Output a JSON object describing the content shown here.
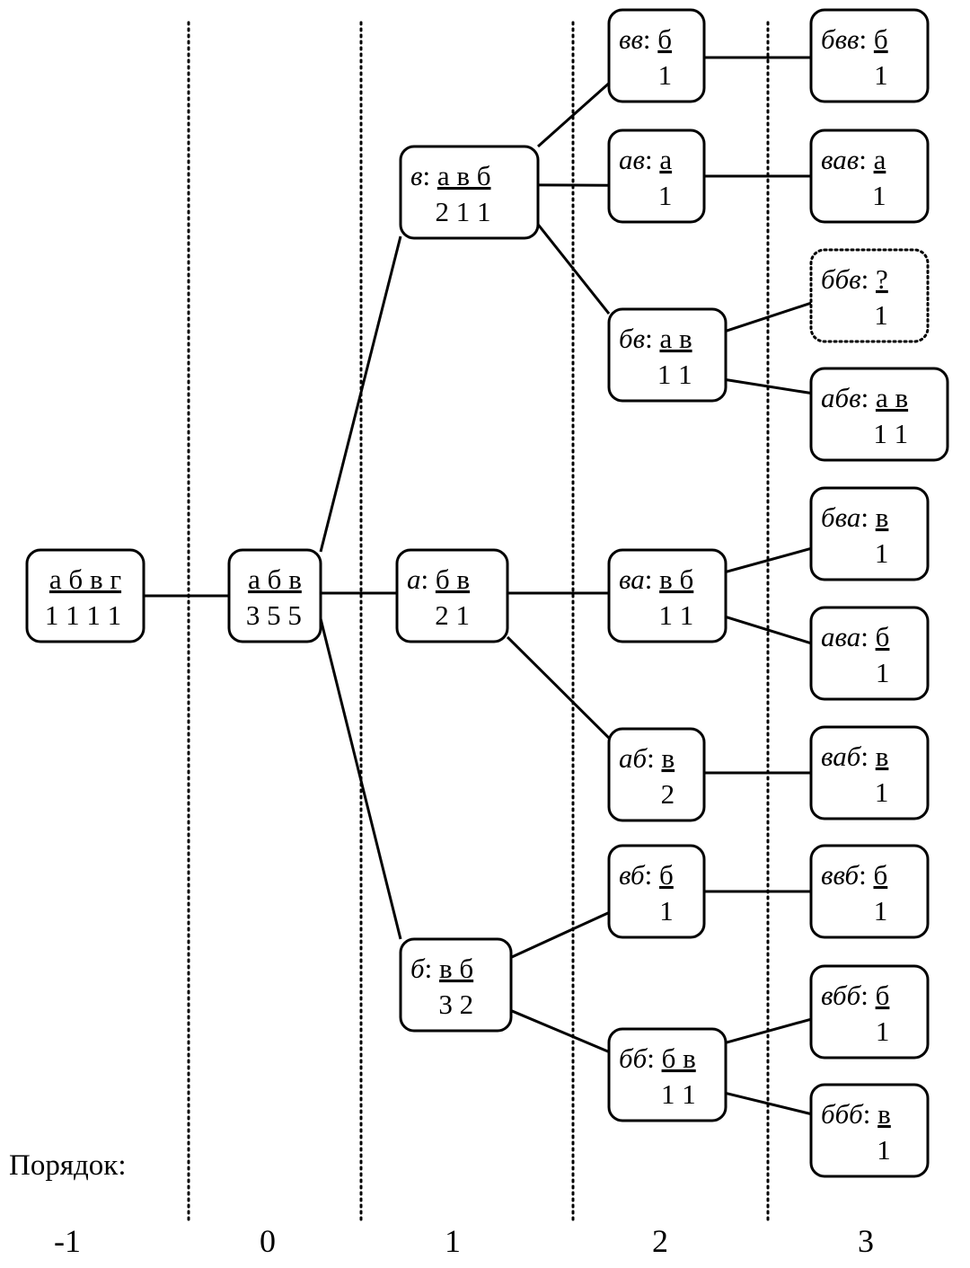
{
  "order_label": "Порядок:",
  "levels": [
    "-1",
    "0",
    "1",
    "2",
    "3"
  ],
  "nodes": [
    {
      "id": "n-1",
      "ctx": "",
      "syms": "а б в г",
      "counts": "1 1 1 1"
    },
    {
      "id": "n0",
      "ctx": "",
      "syms": "а б в",
      "counts": "3 5 5"
    },
    {
      "id": "v",
      "ctx": "в",
      "syms": "а в б",
      "counts": "2 1 1"
    },
    {
      "id": "a",
      "ctx": "а",
      "syms": "б в",
      "counts": "2 1"
    },
    {
      "id": "b",
      "ctx": "б",
      "syms": "в б",
      "counts": "3 2"
    },
    {
      "id": "vv",
      "ctx": "вв",
      "syms": "б",
      "counts": "1"
    },
    {
      "id": "av",
      "ctx": "ав",
      "syms": "а",
      "counts": "1"
    },
    {
      "id": "bv",
      "ctx": "бв",
      "syms": "а в",
      "counts": "1 1"
    },
    {
      "id": "va",
      "ctx": "ва",
      "syms": "в б",
      "counts": "1 1"
    },
    {
      "id": "ab",
      "ctx": "аб",
      "syms": "в",
      "counts": "2"
    },
    {
      "id": "vb",
      "ctx": "вб",
      "syms": "б",
      "counts": "1"
    },
    {
      "id": "bb",
      "ctx": "бб",
      "syms": "б в",
      "counts": "1 1"
    },
    {
      "id": "bvv",
      "ctx": "бвв",
      "syms": "б",
      "counts": "1"
    },
    {
      "id": "vav",
      "ctx": "вав",
      "syms": "а",
      "counts": "1"
    },
    {
      "id": "bbv",
      "ctx": "ббв",
      "syms": "?",
      "counts": "1",
      "dotted": true
    },
    {
      "id": "abv",
      "ctx": "абв",
      "syms": "а в",
      "counts": "1 1"
    },
    {
      "id": "bva",
      "ctx": "бва",
      "syms": "в",
      "counts": "1"
    },
    {
      "id": "ava",
      "ctx": "ава",
      "syms": "б",
      "counts": "1"
    },
    {
      "id": "vab",
      "ctx": "ваб",
      "syms": "в",
      "counts": "1"
    },
    {
      "id": "vvb",
      "ctx": "ввб",
      "syms": "б",
      "counts": "1"
    },
    {
      "id": "vbb",
      "ctx": "вбб",
      "syms": "б",
      "counts": "1"
    },
    {
      "id": "bbb",
      "ctx": "ббб",
      "syms": "в",
      "counts": "1"
    }
  ],
  "edges": [
    [
      "n-1",
      "n0"
    ],
    [
      "n0",
      "v"
    ],
    [
      "n0",
      "a"
    ],
    [
      "n0",
      "b"
    ],
    [
      "v",
      "vv"
    ],
    [
      "v",
      "av"
    ],
    [
      "v",
      "bv"
    ],
    [
      "a",
      "va"
    ],
    [
      "a",
      "ab"
    ],
    [
      "b",
      "vb"
    ],
    [
      "b",
      "bb"
    ],
    [
      "vv",
      "bvv"
    ],
    [
      "av",
      "vav"
    ],
    [
      "bv",
      "bbv"
    ],
    [
      "bv",
      "abv"
    ],
    [
      "va",
      "bva"
    ],
    [
      "va",
      "ava"
    ],
    [
      "ab",
      "vab"
    ],
    [
      "vb",
      "vvb"
    ],
    [
      "bb",
      "vbb"
    ],
    [
      "bb",
      "bbb"
    ]
  ]
}
